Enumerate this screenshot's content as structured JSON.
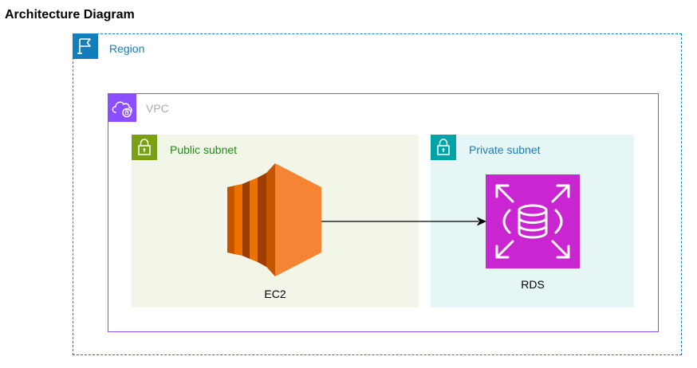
{
  "title": "Architecture Diagram",
  "region": {
    "label": "Region",
    "icon": "flag-icon",
    "color": "#147eba"
  },
  "vpc": {
    "label": "VPC",
    "icon": "vpc-cloud-icon",
    "color": "#8c4fff"
  },
  "public_subnet": {
    "label": "Public subnet",
    "icon": "lock-icon",
    "color": "#7aa116",
    "background": "#f2f6e8"
  },
  "private_subnet": {
    "label": "Private subnet",
    "icon": "lock-icon",
    "color": "#00a4a6",
    "background": "#e6f6f7"
  },
  "ec2": {
    "label": "EC2",
    "icon": "ec2-icon",
    "color": "#ed7100"
  },
  "rds": {
    "label": "RDS",
    "icon": "rds-database-icon",
    "color": "#c925d1"
  },
  "edges": [
    {
      "from": "EC2",
      "to": "RDS"
    }
  ]
}
